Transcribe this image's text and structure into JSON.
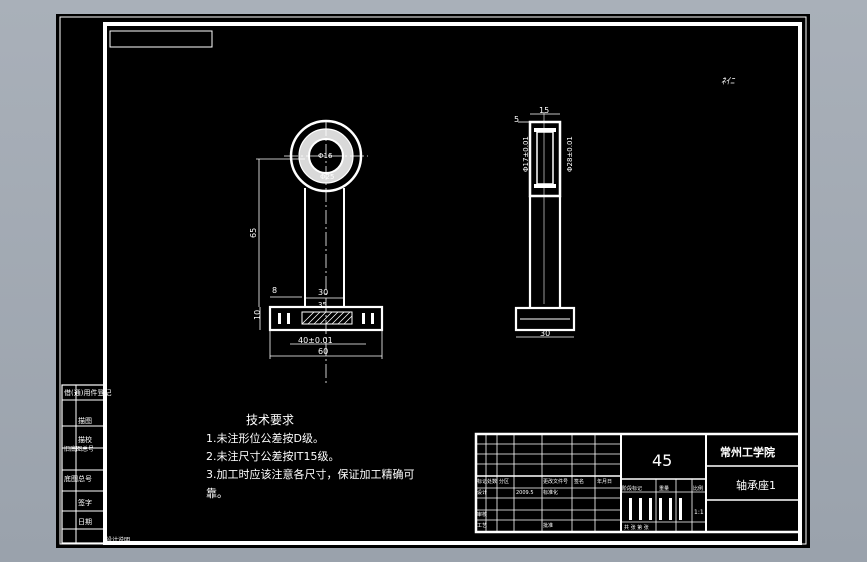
{
  "drawing": {
    "corner_mark": "ﾈｲﾆ",
    "front_view": {
      "dims": {
        "hole_dia": "Φ16",
        "boss_dia": "Φ25",
        "height": "65",
        "base_left": "8",
        "rib_width": "30",
        "web_width": "35",
        "base_height": "10",
        "hole_spacing": "40±0.01",
        "base_length": "60"
      }
    },
    "side_view": {
      "dims": {
        "top_width": "15",
        "top_offset": "5",
        "hole_left": "Φ17±0.01",
        "hole_right": "Φ28±0.01",
        "base_width": "30"
      }
    },
    "tech_req": {
      "title": "技术要求",
      "lines": [
        "1.未注形位公差按D级。",
        "2.未注尺寸公差按IT15级。",
        "3.加工时应该注意各尺寸，保证加工精确可",
        "靠。"
      ]
    },
    "title_block": {
      "material": "45",
      "school": "常州工学院",
      "part_name": "轴承座1",
      "row_labels": [
        "标记",
        "处数",
        "分区",
        "更改文件号",
        "签名",
        "年月日"
      ],
      "design_label": "设计",
      "std_label": "标准化",
      "stage_label": "阶段标记",
      "weight_label": "重量",
      "scale_label": "比例",
      "scale_value": "1:1",
      "review_label": "审核",
      "process_label": "工艺",
      "approve_label": "批准",
      "design_date": "2009.5",
      "sheet_label": "共 张 第 张"
    },
    "side_strip": {
      "labels": [
        "借(通)用件登记",
        "描图",
        "描校",
        "旧底图总号",
        "底图总号",
        "签字",
        "日期"
      ],
      "bottom": "设计说明"
    }
  }
}
